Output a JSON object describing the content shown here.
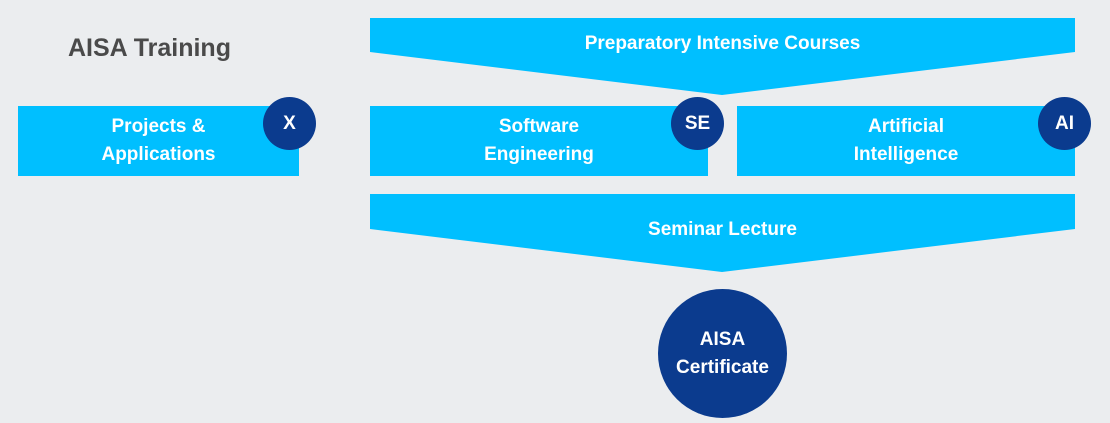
{
  "title": "AISA Training",
  "colors": {
    "background": "#ebedef",
    "box": "#00bfff",
    "badge": "#0b3b8e",
    "title_text": "#4a4a4a"
  },
  "blocks": {
    "preparatory": {
      "label": "Preparatory Intensive Courses"
    },
    "projects": {
      "line1": "Projects &",
      "line2": "Applications",
      "badge": "X"
    },
    "software": {
      "line1": "Software",
      "line2": "Engineering",
      "badge": "SE"
    },
    "ai": {
      "line1": "Artificial",
      "line2": "Intelligence",
      "badge": "AI"
    },
    "seminar": {
      "label": "Seminar Lecture"
    },
    "certificate": {
      "line1": "AISA",
      "line2": "Certificate"
    }
  }
}
